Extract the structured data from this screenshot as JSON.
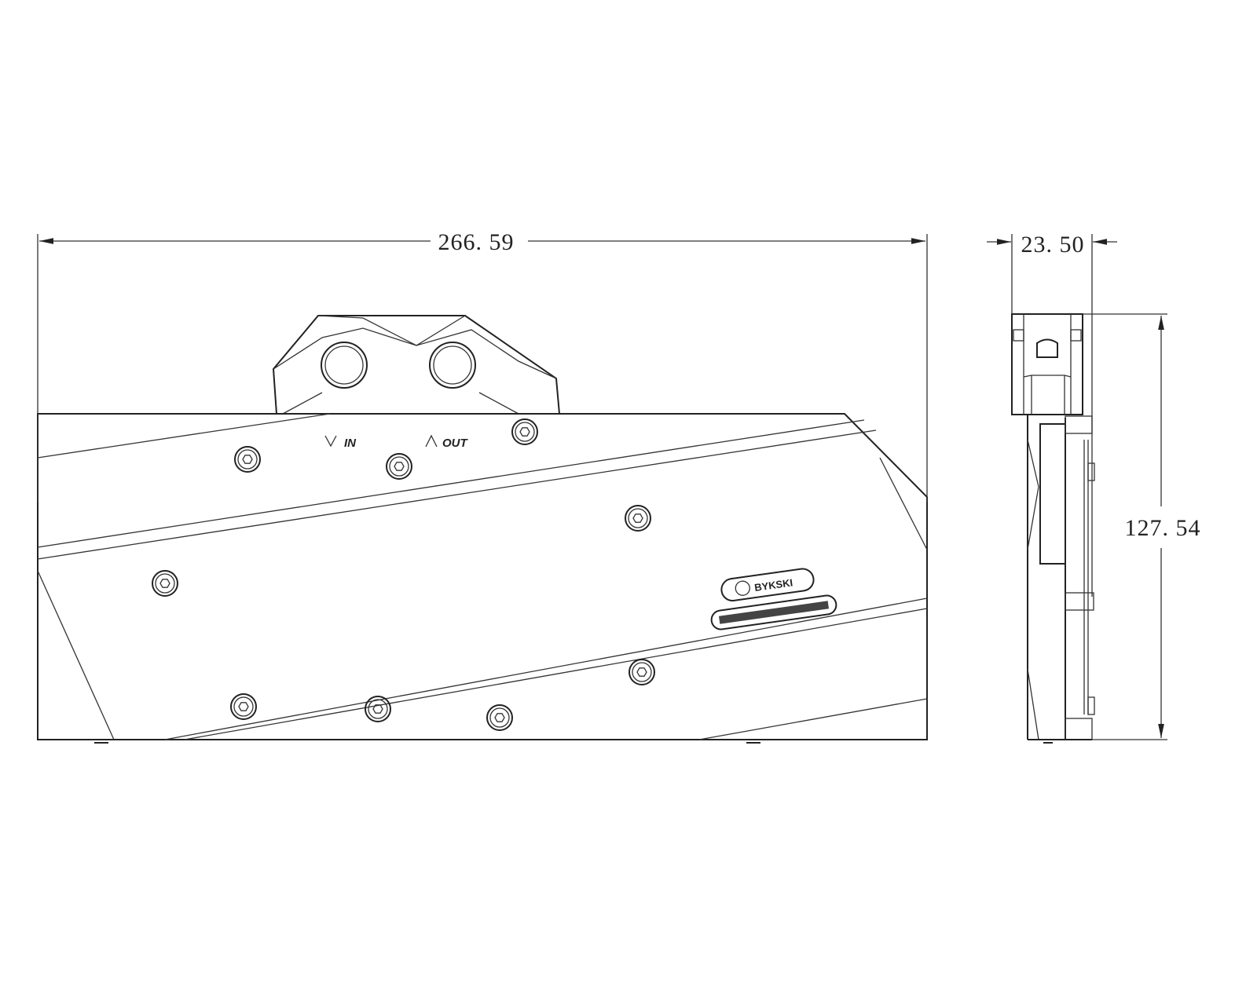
{
  "dimensions": {
    "length": "266. 59",
    "thickness": "23. 50",
    "height": "127. 54"
  },
  "ports": {
    "inlet": "IN",
    "outlet": "OUT"
  },
  "branding": {
    "logo": "BYKSKI"
  },
  "colors": {
    "line": "#222222",
    "background": "#ffffff"
  }
}
